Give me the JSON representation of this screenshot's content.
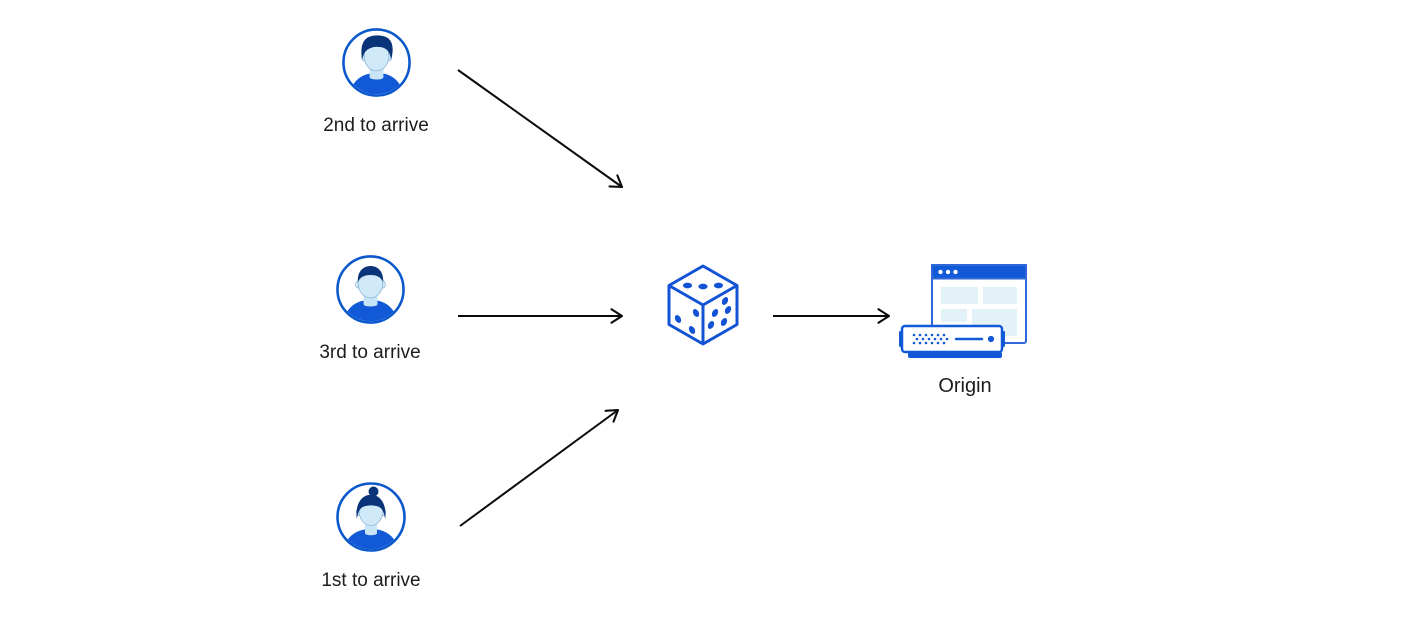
{
  "diagram": {
    "description": "Three visitors routed through a random dice selector to an origin server",
    "visitors": [
      {
        "id": "visitor-top",
        "label": "2nd to arrive",
        "avatar_icon": "man-swept-hair-avatar-icon"
      },
      {
        "id": "visitor-middle",
        "label": "3rd to arrive",
        "avatar_icon": "man-short-hair-avatar-icon"
      },
      {
        "id": "visitor-bottom",
        "label": "1st to arrive",
        "avatar_icon": "woman-bun-avatar-icon"
      }
    ],
    "selector": {
      "icon": "dice-icon"
    },
    "origin": {
      "label": "Origin",
      "icon": "origin-server-icon"
    },
    "arrows": [
      {
        "from": "visitor-top",
        "to": "dice",
        "direction": "down-right"
      },
      {
        "from": "visitor-middle",
        "to": "dice",
        "direction": "right"
      },
      {
        "from": "visitor-bottom",
        "to": "dice",
        "direction": "up-right"
      },
      {
        "from": "dice",
        "to": "origin",
        "direction": "right"
      }
    ],
    "colors": {
      "primary_blue": "#1159d6",
      "border_blue": "#0a58cc",
      "dark_navy_hair": "#0a3479",
      "light_blue_skin": "#cfe9f8",
      "pale_blue_block": "#e3f1f9",
      "arrow_black": "#0a0a0a",
      "label_text": "#1c1c1c",
      "background": "#ffffff"
    }
  }
}
